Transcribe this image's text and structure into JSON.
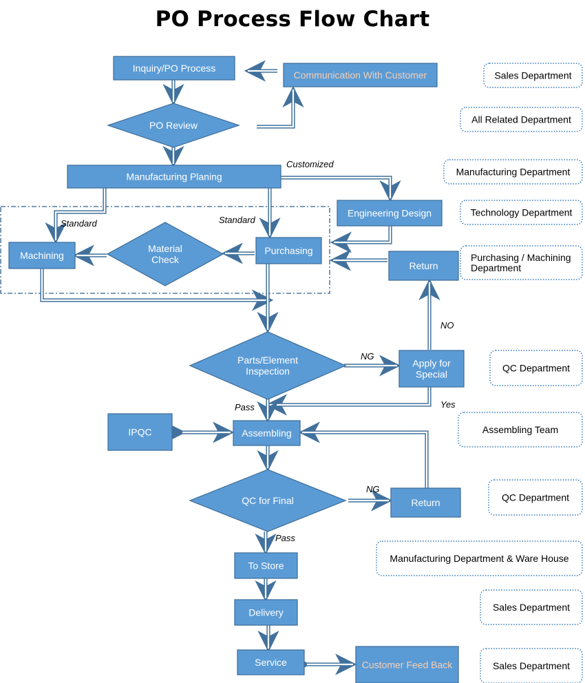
{
  "title": "PO Process Flow Chart",
  "nodes": [
    {
      "id": "inquiry",
      "label": [
        "Inquiry/PO Process"
      ]
    },
    {
      "id": "communication",
      "label": [
        "Communication With Customer"
      ]
    },
    {
      "id": "po_review",
      "label": [
        "PO Review"
      ]
    },
    {
      "id": "manufacturing_planing",
      "label": [
        "Manufacturing Planing"
      ]
    },
    {
      "id": "engineering_design",
      "label": [
        "Engineering Design"
      ]
    },
    {
      "id": "machining",
      "label": [
        "Machining"
      ]
    },
    {
      "id": "material_check",
      "label": [
        "Material",
        "Check"
      ]
    },
    {
      "id": "purchasing",
      "label": [
        "Purchasing"
      ]
    },
    {
      "id": "return_top",
      "label": [
        "Return"
      ]
    },
    {
      "id": "parts_inspection",
      "label": [
        "Parts/Element",
        "Inspection"
      ]
    },
    {
      "id": "apply_special",
      "label": [
        "Apply for",
        "Special"
      ]
    },
    {
      "id": "ipqc",
      "label": [
        "IPQC"
      ]
    },
    {
      "id": "assembling",
      "label": [
        "Assembling"
      ]
    },
    {
      "id": "qc_final",
      "label": [
        "QC for Final"
      ]
    },
    {
      "id": "return_bottom",
      "label": [
        "Return"
      ]
    },
    {
      "id": "to_store",
      "label": [
        "To Store"
      ]
    },
    {
      "id": "delivery",
      "label": [
        "Delivery"
      ]
    },
    {
      "id": "service",
      "label": [
        "Service"
      ]
    },
    {
      "id": "customer_feedback",
      "label": [
        "Customer Feed Back"
      ]
    }
  ],
  "edge_labels": [
    {
      "id": "customized",
      "text": "Customized"
    },
    {
      "id": "standard_left",
      "text": "Standard"
    },
    {
      "id": "standard_right",
      "text": "Standard"
    },
    {
      "id": "no",
      "text": "NO"
    },
    {
      "id": "ng_inspection",
      "text": "NG"
    },
    {
      "id": "yes",
      "text": "Yes"
    },
    {
      "id": "pass_inspection",
      "text": "Pass"
    },
    {
      "id": "ng_final",
      "text": "NG"
    },
    {
      "id": "pass_final",
      "text": "Pass"
    }
  ],
  "departments": [
    {
      "id": "dept_sales_1",
      "label": [
        "Sales Department"
      ]
    },
    {
      "id": "dept_all_related",
      "label": [
        "All Related Department"
      ]
    },
    {
      "id": "dept_manufacturing",
      "label": [
        "Manufacturing Department"
      ]
    },
    {
      "id": "dept_technology",
      "label": [
        "Technology Department"
      ]
    },
    {
      "id": "dept_purchasing_machining",
      "label": [
        "Purchasing / Machining",
        "Department"
      ]
    },
    {
      "id": "dept_qc_1",
      "label": [
        "QC Department"
      ]
    },
    {
      "id": "dept_assembling",
      "label": [
        "Assembling Team"
      ]
    },
    {
      "id": "dept_qc_2",
      "label": [
        "QC Department"
      ]
    },
    {
      "id": "dept_manufacturing_warehouse",
      "label": [
        "Manufacturing Department & Ware House"
      ]
    },
    {
      "id": "dept_sales_2",
      "label": [
        "Sales Department"
      ]
    },
    {
      "id": "dept_sales_3",
      "label": [
        "Sales Department"
      ]
    }
  ],
  "colors": {
    "node_fill": "#5b9bd5",
    "node_stroke": "#41719c",
    "arrow": "#41719c",
    "node_text": "#ffffff",
    "highlight_text": "#f8cfb2",
    "dept_border": "#2e75b6",
    "group_border": "#2e5f8c"
  }
}
